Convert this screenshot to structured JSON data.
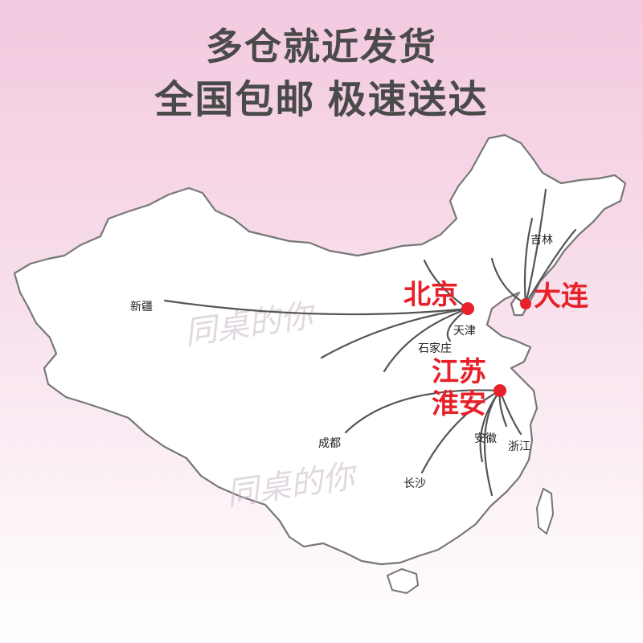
{
  "headline": {
    "line1": "多仓就近发货",
    "line2": "全国包邮  极速送达"
  },
  "hubs": {
    "beijing": "北京",
    "dalian": "大连",
    "jiangsu": "江苏",
    "huaian": "淮安"
  },
  "cities": {
    "xinjiang": "新疆",
    "tianjin": "天津",
    "shijiazhuang": "石家庄",
    "jilin": "吉林",
    "chengdu": "成都",
    "changsha": "长沙",
    "anhui": "安徽",
    "zhejiang": "浙江"
  },
  "watermark": "同桌的你",
  "colors": {
    "hub_dot": "#e8202a",
    "route_line": "#555555",
    "map_outline": "#777777"
  }
}
